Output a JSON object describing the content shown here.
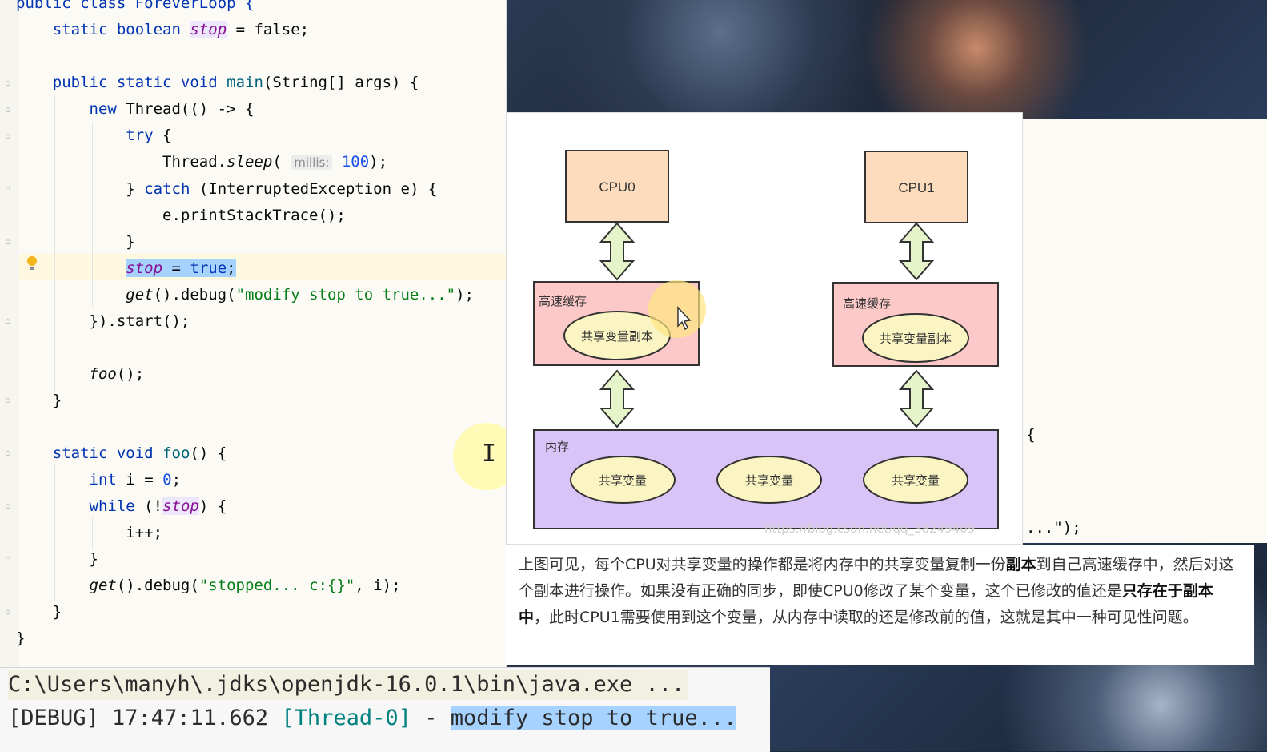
{
  "editor": {
    "lines": {
      "l0": "public class ForeverLoop {",
      "l1_kw": "static boolean",
      "l1_field": "stop",
      "l1_rest": "= false;",
      "l3_kw": "public static void",
      "l3_fn": "main",
      "l3_rest": "(String[] args) {",
      "l4_kw": "new",
      "l4_rest": "Thread(() -> {",
      "l5_kw": "try",
      "l5_rest": "{",
      "l6_pre": "Thread.",
      "l6_method": "sleep",
      "l6_open": "(",
      "l6_hint": "millis:",
      "l6_num": "100",
      "l6_close": ");",
      "l7_pre": "}",
      "l7_kw": "catch",
      "l7_rest": "(InterruptedException e) {",
      "l8": "e.printStackTrace();",
      "l9": "}",
      "l10_field": "stop",
      "l10_mid": "=",
      "l10_kw": "true",
      "l10_end": ";",
      "l11_method": "get",
      "l11_mid": "().debug(",
      "l11_str": "\"modify stop to true...\"",
      "l11_end": ");",
      "l12": "}).start();",
      "l14_method": "foo",
      "l14_end": "();",
      "l15": "}",
      "l17_kw": "static void",
      "l17_fn": "foo",
      "l17_rest": "() {",
      "l18_kw": "int",
      "l18_var": "i",
      "l18_mid": "=",
      "l18_num": "0",
      "l18_end": ";",
      "l19_kw": "while",
      "l19_open": "(!",
      "l19_field": "stop",
      "l19_close": ") {",
      "l20": "i++;",
      "l21": "}",
      "l22_method": "get",
      "l22_mid": "().debug(",
      "l22_str": "\"stopped... c:{}\"",
      "l22_sep": ",",
      "l22_var": "i",
      "l22_end": ");",
      "l23": "}",
      "l24": "}"
    }
  },
  "editor_right": {
    "brace": "{",
    "tail": "...\");"
  },
  "diagram": {
    "cpu0": "CPU0",
    "cpu1": "CPU1",
    "cache_label": "高速缓存",
    "cache_copy": "共享变量副本",
    "memory_label": "内存",
    "shared_var": "共享变量",
    "watermark": "https://blog.csdn.net/qq_38249409",
    "colors": {
      "cpu": "#fcdcbd",
      "cache": "#fcc8c8",
      "memory": "#d9c4f7",
      "oval": "#fbf5c4",
      "arrow": "#e6f5c9"
    }
  },
  "description": {
    "p1": "上图可见，每个CPU对共享变量的操作都是将内存中的共享变量复制一份",
    "b1": "副本",
    "p2": "到自己高速缓存中，然后对这个副本进行操作。如果没有正确的同步，即使CPU0修改了某个变量，这个已修改的值还是",
    "b2": "只存在于副本中",
    "p3": "，此时CPU1需要使用到这个变量，从内存中读取的还是修改前的值，这就是其中一种可见性问题。"
  },
  "console": {
    "line1": "C:\\Users\\manyh\\.jdks\\openjdk-16.0.1\\bin\\java.exe ...",
    "prefix": "[DEBUG] 17:47:11.662",
    "thread": "[Thread-0]",
    "dash": "-",
    "message": "modify stop to true..."
  }
}
